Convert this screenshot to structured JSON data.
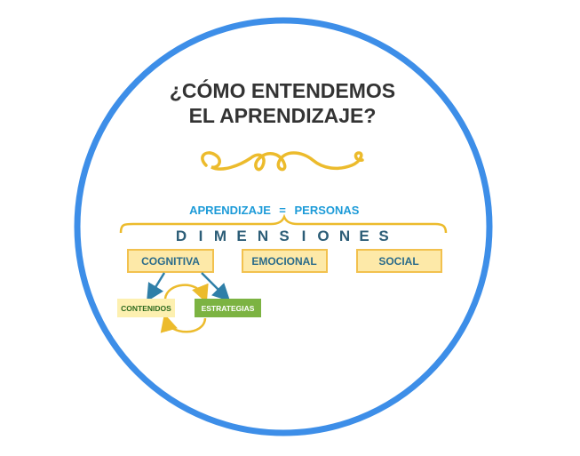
{
  "title": {
    "line1": "¿CÓMO ENTENDEMOS",
    "line2": "EL APRENDIZAJE?"
  },
  "equation": {
    "left": "APRENDIZAJE",
    "operator": "=",
    "right": "PERSONAS"
  },
  "dimensions_label": [
    "D",
    "I",
    "M",
    "E",
    "N",
    "S",
    "I",
    "O",
    "N",
    "E",
    "S"
  ],
  "dimensions": [
    {
      "label": "COGNITIVA"
    },
    {
      "label": "EMOCIONAL"
    },
    {
      "label": "SOCIAL"
    }
  ],
  "subnodes": [
    {
      "label": "CONTENIDOS"
    },
    {
      "label": "ESTRATEGIAS"
    }
  ],
  "colors": {
    "circle": "#3d8ee8",
    "gold": "#ecbb2c",
    "equation": "#1d9bd8",
    "dimensions_text": "#2c5d77",
    "box_fill": "#fde9a8",
    "box_border": "#f2c14e",
    "box_text": "#2a6b8a",
    "arrow": "#2f7fa8",
    "contenidos_fill": "#fdf0b0",
    "contenidos_text": "#2d6a1e",
    "estrategias_fill": "#7cb342"
  }
}
